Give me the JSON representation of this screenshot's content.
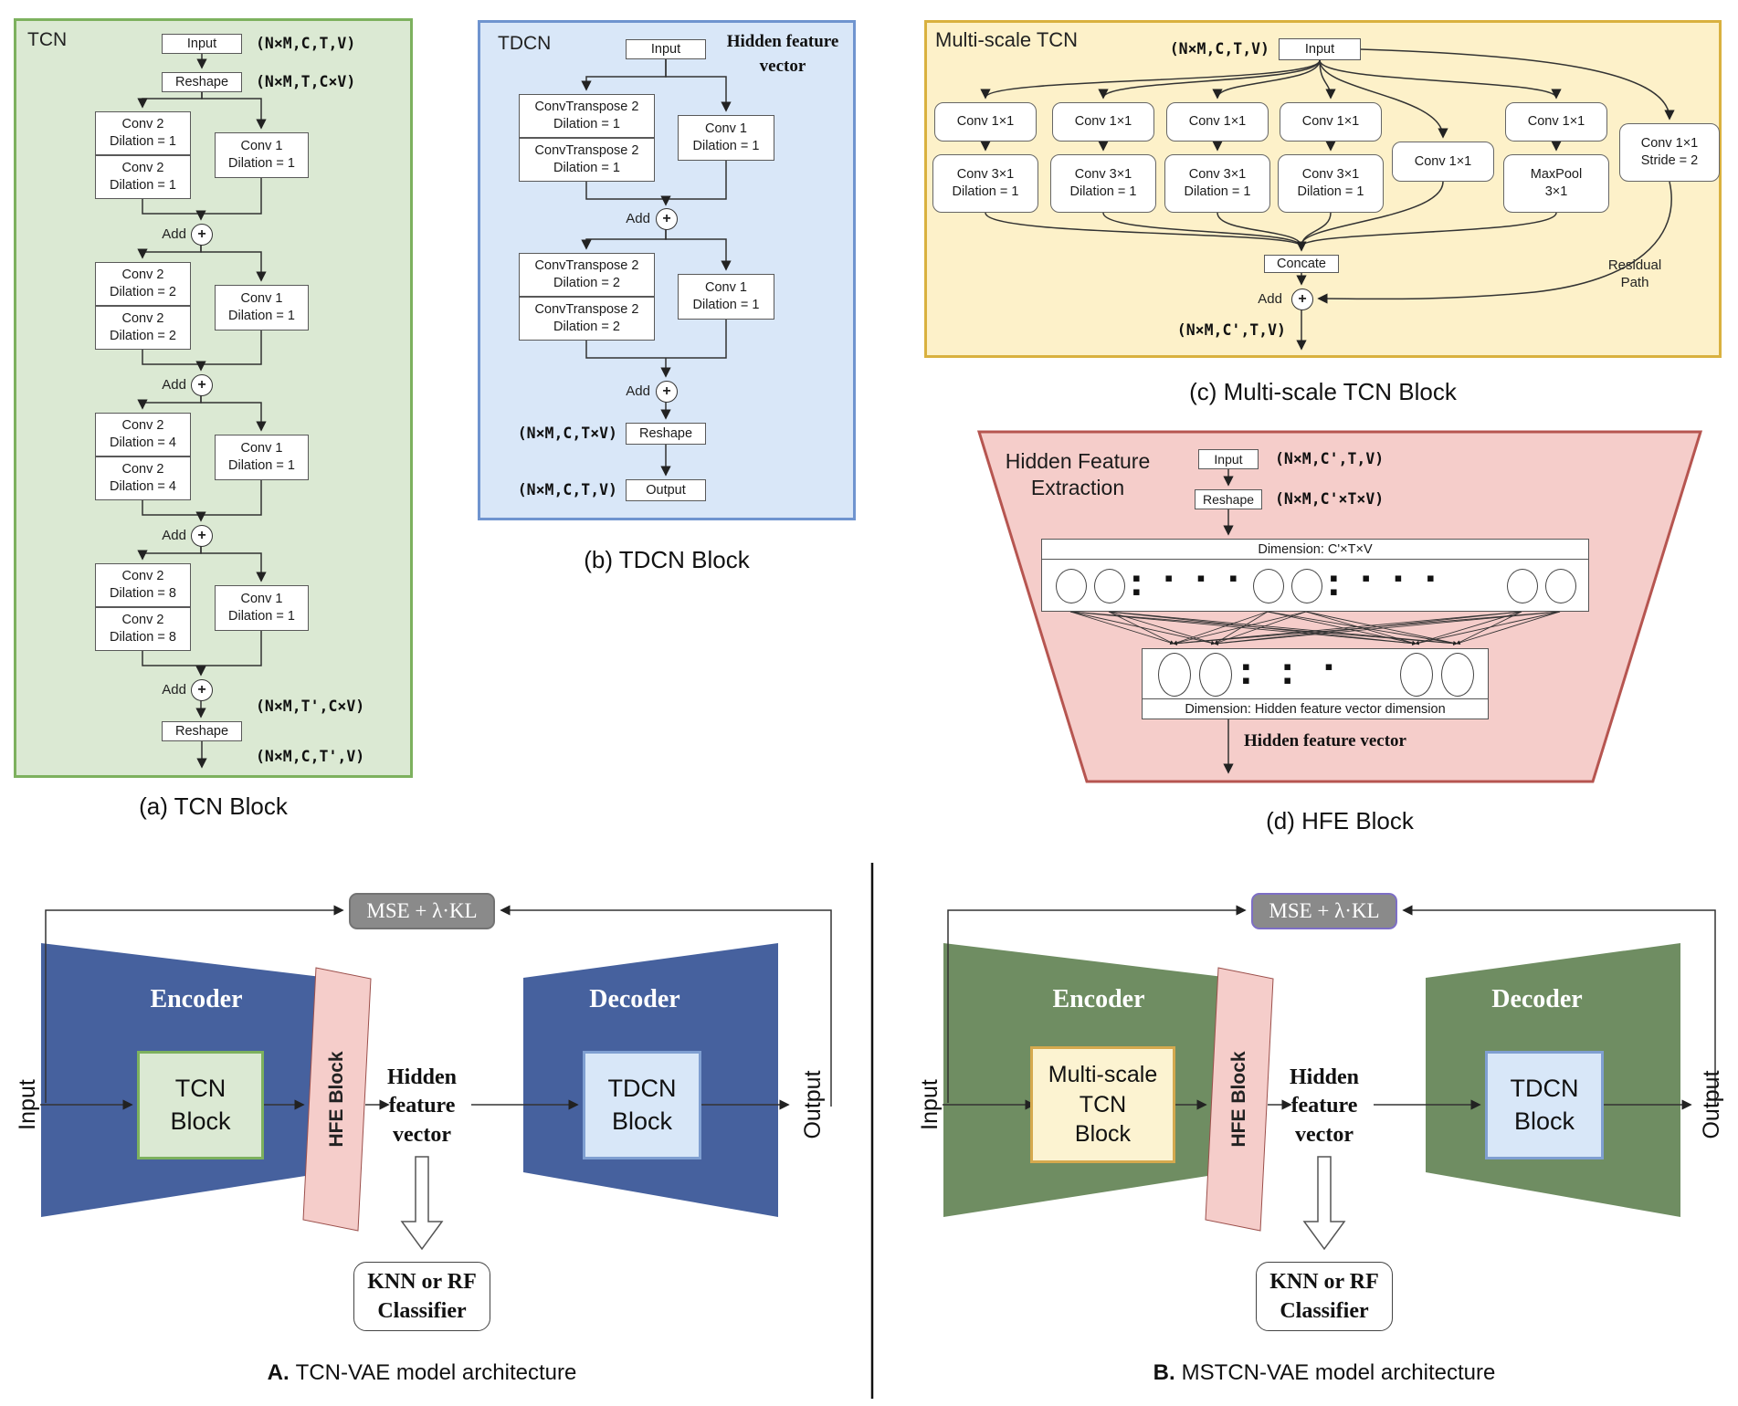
{
  "colors": {
    "green-fill": "#dbe9d3",
    "green-border": "#7db15e",
    "blue-fill": "#d9e7f8",
    "blue-border": "#6f94cf",
    "yellow-fill": "#fdf1c9",
    "yellow-border": "#d9b13f",
    "pink-fill": "#f5cdca",
    "pink-border": "#b65550",
    "arch-blue": "#46619e",
    "arch-green": "#6f8d62",
    "mse-gray": "#8a8a8a",
    "mse-b-border": "#7d6ec5",
    "tdcn-box-fill": "#d8e7f8",
    "tdcn-box-border": "#7f9fd1",
    "mstcn-box-fill": "#fcf3d1",
    "mstcn-box-border": "#d5a94e"
  },
  "panel_a": {
    "title": "TCN",
    "caption": "(a) TCN Block",
    "input": "Input",
    "reshape": "Reshape",
    "reshape_out": "Reshape",
    "shape_in": "(N×M,C,T,V)",
    "shape_mid": "(N×M,T,C×V)",
    "shape_pre_out": "(N×M,T',C×V)",
    "shape_out": "(N×M,C,T',V)",
    "add": "Add",
    "plus": "+",
    "units": [
      {
        "left_top": "Conv 2\nDilation = 1",
        "left_bottom": "Conv 2\nDilation = 1",
        "right": "Conv 1\nDilation = 1"
      },
      {
        "left_top": "Conv 2\nDilation = 2",
        "left_bottom": "Conv 2\nDilation = 2",
        "right": "Conv 1\nDilation = 1"
      },
      {
        "left_top": "Conv 2\nDilation = 4",
        "left_bottom": "Conv 2\nDilation = 4",
        "right": "Conv 1\nDilation = 1"
      },
      {
        "left_top": "Conv 2\nDilation = 8",
        "left_bottom": "Conv 2\nDilation = 8",
        "right": "Conv 1\nDilation = 1"
      }
    ]
  },
  "panel_b": {
    "title": "TDCN",
    "caption": "(b) TDCN Block",
    "note": "Hidden feature\nvector",
    "input": "Input",
    "add": "Add",
    "plus": "+",
    "units": [
      {
        "left_top": "ConvTranspose 2\nDilation = 1",
        "left_bottom": "ConvTranspose 2\nDilation = 1",
        "right": "Conv 1\nDilation = 1"
      },
      {
        "left_top": "ConvTranspose 2\nDilation = 2",
        "left_bottom": "ConvTranspose 2\nDilation = 2",
        "right": "Conv 1\nDilation = 1"
      }
    ],
    "shape_mid": "(N×M,C,T×V)",
    "reshape": "Reshape",
    "shape_out": "(N×M,C,T,V)",
    "output": "Output"
  },
  "panel_c": {
    "title": "Multi-scale TCN",
    "caption": "(c) Multi-scale TCN Block",
    "shape_in": "(N×M,C,T,V)",
    "input": "Input",
    "branches": [
      {
        "top": "Conv 1×1",
        "bottom": "Conv 3×1\nDilation = 1"
      },
      {
        "top": "Conv 1×1",
        "bottom": "Conv 3×1\nDilation = 1"
      },
      {
        "top": "Conv 1×1",
        "bottom": "Conv 3×1\nDilation = 1"
      },
      {
        "top": "Conv 1×1",
        "bottom": "Conv 3×1\nDilation = 1"
      }
    ],
    "branch_single": "Conv 1×1",
    "pool_top": "Conv 1×1",
    "pool_bottom": "MaxPool\n3×1",
    "branch_residual": "Conv 1×1\nStride = 2",
    "concat": "Concate",
    "add": "Add",
    "plus": "+",
    "shape_out": "(N×M,C',T,V)",
    "residual_label": "Residual\nPath"
  },
  "panel_d": {
    "title": "Hidden Feature\nExtraction",
    "caption": "(d) HFE Block",
    "input": "Input",
    "shape_in": "(N×M,C',T,V)",
    "reshape": "Reshape",
    "shape_mid": "(N×M,C'×T×V)",
    "top_layer_label": "Dimension: C'×T×V",
    "bottom_layer_label": "Dimension: Hidden feature vector dimension",
    "dots": "▪ ▪ ▪ ▪ ▪",
    "output_label": "Hidden feature vector"
  },
  "arch_a": {
    "loss": "MSE + λ·KL",
    "input": "Input",
    "output": "Output",
    "encoder": "Encoder",
    "decoder": "Decoder",
    "encoder_block": "TCN\nBlock",
    "hfe": "HFE Block",
    "hidden": "Hidden\nfeature\nvector",
    "decoder_block": "TDCN\nBlock",
    "classifier": "KNN or RF\nClassifier",
    "caption_prefix": "A.",
    "caption": "TCN-VAE model architecture"
  },
  "arch_b": {
    "loss": "MSE + λ·KL",
    "input": "Input",
    "output": "Output",
    "encoder": "Encoder",
    "decoder": "Decoder",
    "encoder_block": "Multi-scale\nTCN\nBlock",
    "hfe": "HFE Block",
    "hidden": "Hidden\nfeature\nvector",
    "decoder_block": "TDCN\nBlock",
    "classifier": "KNN or RF\nClassifier",
    "caption_prefix": "B.",
    "caption": "MSTCN-VAE model architecture"
  }
}
